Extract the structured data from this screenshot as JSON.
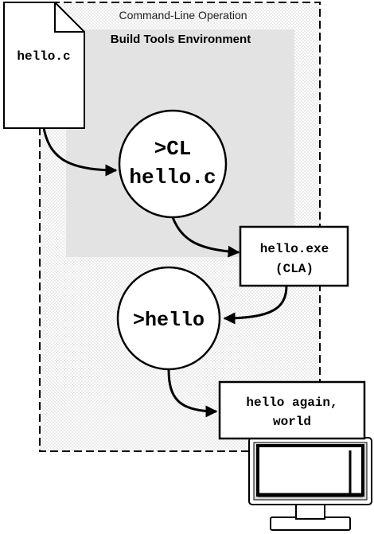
{
  "outer_region": {
    "label": "Command-Line Operation"
  },
  "inner_region": {
    "label": "Build Tools Environment"
  },
  "source_file": {
    "label": "hello.c"
  },
  "compile_step": {
    "line1": ">CL",
    "line2": "hello.c"
  },
  "output_file": {
    "line1": "hello.exe",
    "line2": "(CLA)"
  },
  "run_step": {
    "label": ">hello"
  },
  "console_output": {
    "line1": "hello again,",
    "line2": "world"
  },
  "icons": {
    "document": "document-icon",
    "monitor": "monitor-icon"
  },
  "colors": {
    "stroke": "#000000",
    "inner_region_fill": "#e3e3e3",
    "background": "#ffffff",
    "monitor_shade": "#d8d8d8"
  }
}
